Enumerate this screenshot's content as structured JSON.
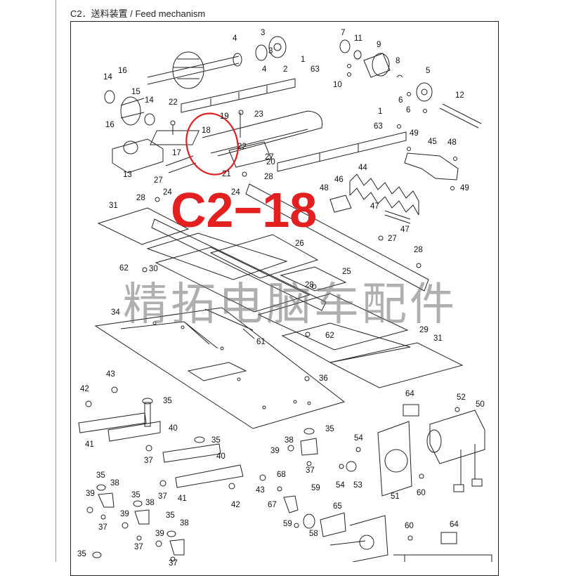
{
  "header": {
    "title": "C2．送料装置 / Feed mechanism"
  },
  "callout": {
    "label": "C2−18",
    "color": "#e41f1f"
  },
  "watermark": {
    "text": "精拓电脑车配件"
  },
  "colors": {
    "line": "#222222",
    "highlight_circle": "#e41f1f",
    "watermark": "#8a8a8a"
  },
  "part_numbers": [
    "1",
    "1",
    "2",
    "3",
    "3",
    "4",
    "4",
    "5",
    "6",
    "6",
    "7",
    "8",
    "9",
    "10",
    "11",
    "12",
    "13",
    "14",
    "14",
    "15",
    "16",
    "16",
    "17",
    "18",
    "19",
    "20",
    "21",
    "22",
    "22",
    "23",
    "24",
    "24",
    "25",
    "26",
    "27",
    "27",
    "27",
    "28",
    "28",
    "28",
    "28",
    "29",
    "30",
    "31",
    "31",
    "34",
    "35",
    "35",
    "35",
    "35",
    "35",
    "35",
    "35",
    "36",
    "37",
    "37",
    "37",
    "37",
    "37",
    "37",
    "38",
    "38",
    "38",
    "38",
    "39",
    "39",
    "39",
    "39",
    "40",
    "40",
    "41",
    "41",
    "42",
    "42",
    "43",
    "43",
    "44",
    "45",
    "46",
    "47",
    "47",
    "48",
    "48",
    "49",
    "49",
    "50",
    "51",
    "52",
    "53",
    "54",
    "54",
    "58",
    "59",
    "59",
    "60",
    "60",
    "61",
    "62",
    "62",
    "63",
    "63",
    "64",
    "64",
    "65",
    "67",
    "68"
  ]
}
